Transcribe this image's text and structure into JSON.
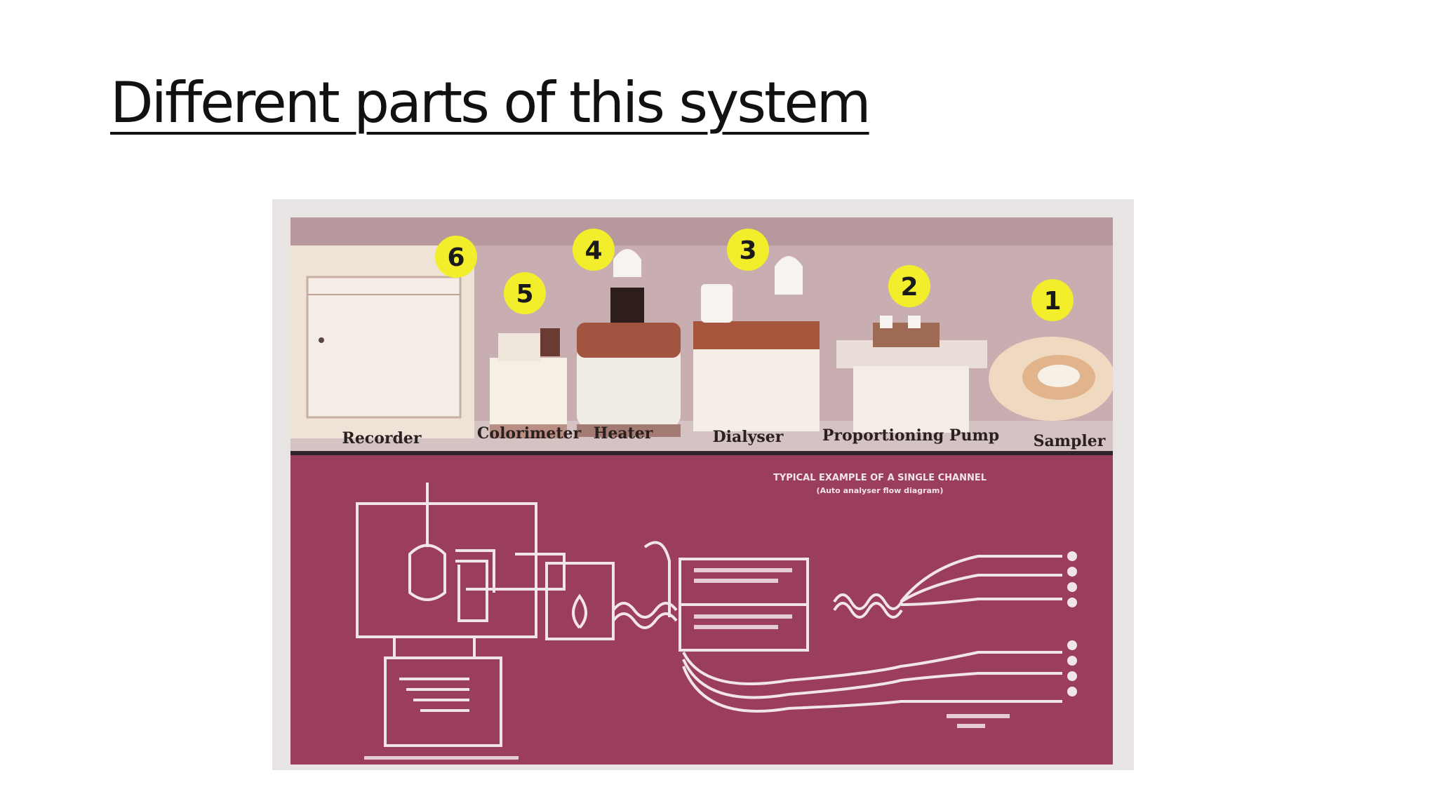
{
  "slide": {
    "title": "Different parts of this system"
  },
  "figure": {
    "photo_labels": [
      "Recorder",
      "Colorimeter",
      "Heater",
      "Dialyser",
      "Proportioning Pump",
      "Sampler"
    ],
    "markers": [
      "6",
      "5",
      "4",
      "3",
      "2",
      "1"
    ],
    "diagram_caption": [
      "TYPICAL EXAMPLE OF A SINGLE CHANNEL",
      "(Auto analyser flow diagram)"
    ],
    "colors": {
      "marker_fill": "#f3ee2c",
      "diagram_background": "#9b3d5c",
      "diagram_lines": "#f1e4ea",
      "photo_background": "#bfa3a6"
    }
  }
}
